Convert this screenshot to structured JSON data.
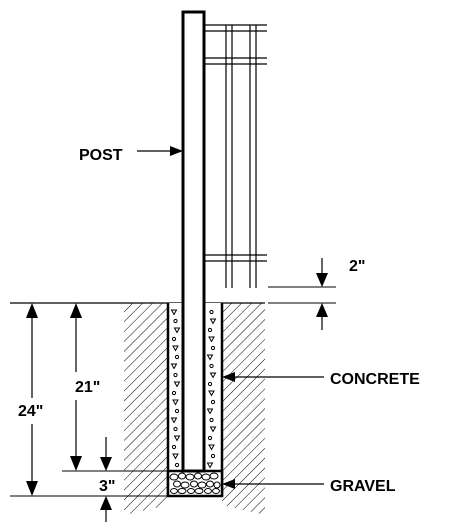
{
  "labels": {
    "post": "POST",
    "concrete": "CONCRETE",
    "gravel": "GRAVEL"
  },
  "dimensions": {
    "depth_total": "24\"",
    "depth_concrete": "21\"",
    "depth_gravel": "3\"",
    "post_clearance": "2\""
  },
  "colors": {
    "ink": "#000000",
    "paper": "#ffffff"
  }
}
